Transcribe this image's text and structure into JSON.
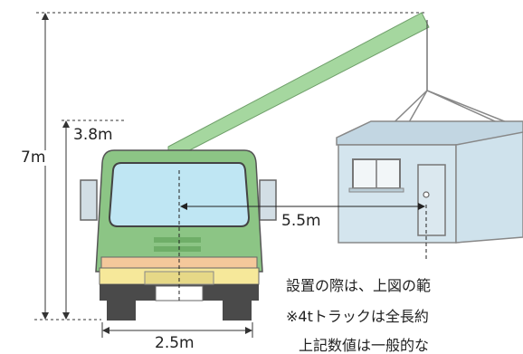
{
  "colors": {
    "boom": "#a5d79f",
    "cab_body": "#8cc585",
    "windshield": "#bfe6f3",
    "bumper_yellow": "#f6e89a",
    "bumper_orange": "#f4c89b",
    "dark": "#4a4a4a",
    "prefab": "#cfe2ec",
    "prefab_roof": "#c2d6e2"
  },
  "labels": {
    "height_total": "7m",
    "height_truck": "3.8m",
    "reach": "5.5m",
    "width": "2.5m"
  },
  "notes": {
    "line1": "設置の際は、上図の範",
    "line2": "※4tトラックは全長約",
    "line3": "上記数値は一般的な"
  }
}
